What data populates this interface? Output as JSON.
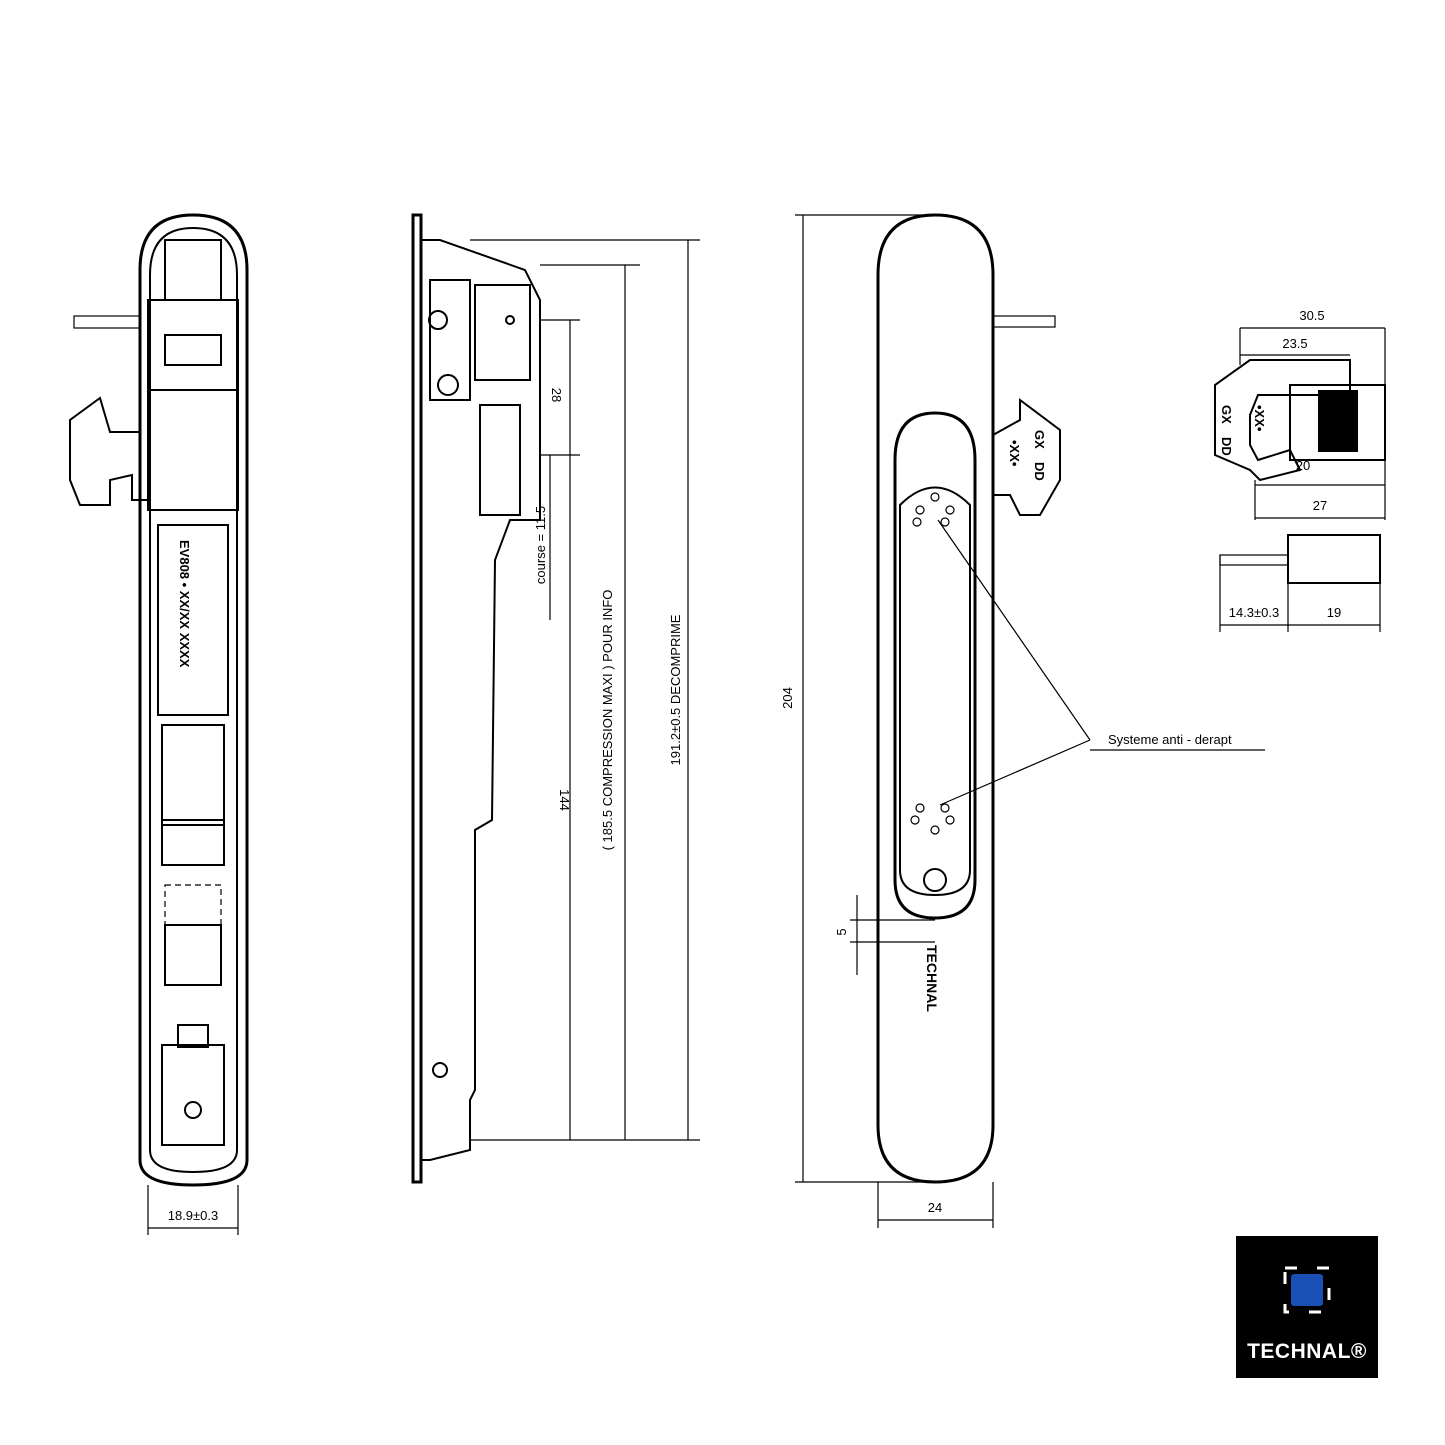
{
  "left_view": {
    "width_dim": "18.9±0.3",
    "marking": "EV808 • XX/XX XXXX"
  },
  "side_view": {
    "dim_28": "28",
    "dim_course": "course = 11.5",
    "dim_144": "144",
    "dim_compression": "( 185.5 COMPRESSION MAXI ) POUR INFO",
    "dim_decompressed": "191.2±0.5 DECOMPRIME"
  },
  "front_view": {
    "height_dim": "204",
    "width_dim": "24",
    "gap_dim": "5",
    "anti_slip_label": "Systeme anti - derapt",
    "engraved_brand": "TECHNAL",
    "latch_marking": "•XX•",
    "latch_codes": [
      "GX",
      "DD"
    ]
  },
  "detail_view": {
    "dim_30_5": "30.5",
    "dim_23_5": "23.5",
    "dim_20": "20",
    "dim_27": "27",
    "dim_14_3": "14.3±0.3",
    "dim_19": "19",
    "latch_marking": "•XX•",
    "latch_codes": [
      "GX",
      "DD"
    ]
  },
  "logo": {
    "text": "TECHNAL®",
    "mark_color": "#1a4fb5",
    "background": "#000000"
  }
}
